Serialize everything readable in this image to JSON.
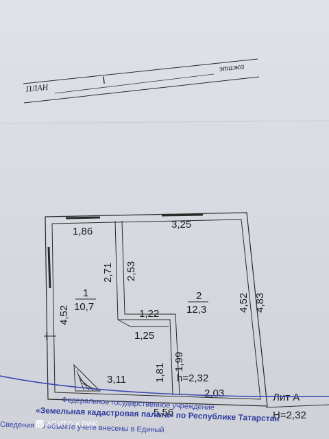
{
  "header": {
    "plan_label": "ПЛАН",
    "floor_number": "I",
    "floor_label": "этажа"
  },
  "plan": {
    "rooms": [
      {
        "number": "1",
        "area": "10,7"
      },
      {
        "number": "2",
        "area": "12,3"
      }
    ],
    "dimensions": {
      "top_left_width": "1,86",
      "top_right_width": "3,25",
      "room1_partition": "2,71",
      "room2_partition": "2,53",
      "room1_height": "4,52",
      "room2_height": "4,52",
      "overall_height": "4,83",
      "niche_width_top": "1,22",
      "niche_width_bottom": "1,25",
      "corridor_length_a": "1,81",
      "corridor_length_b": "1,99",
      "stair_length": "3,11",
      "bottom_right": "2,03",
      "overall_width": "5,56",
      "ceiling_height": "h=2,32"
    }
  },
  "lit": {
    "label": "Лит А",
    "height": "H=2,32"
  },
  "stamp": {
    "line1": "Федеральное государственное учреждение",
    "line2": "«Земельная кадастровая палата» по Республике Татарстан",
    "line3": "Сведения об объекте учете внесены в Единый"
  },
  "watermark": "АВИТО КЛИК"
}
